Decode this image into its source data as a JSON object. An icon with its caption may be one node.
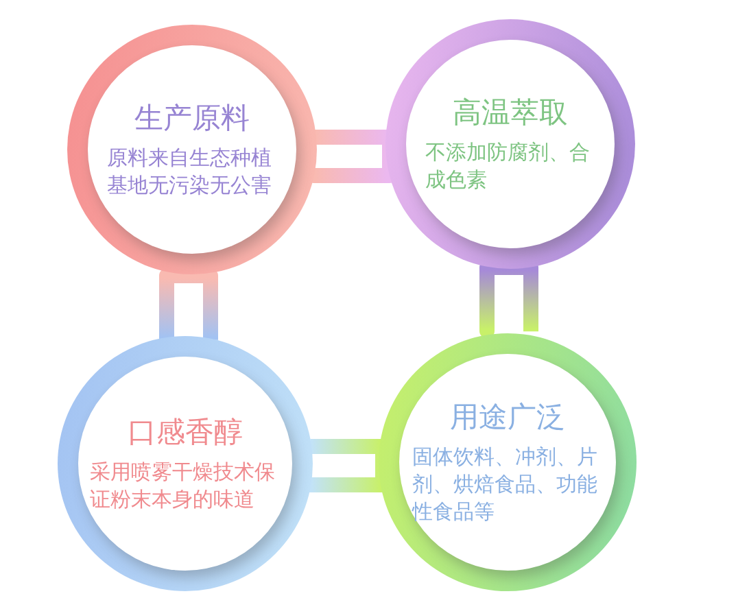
{
  "diagram": {
    "nodes": [
      {
        "text": [
          "生产原料",
          "原料来自生态种植基地无污染无公害"
        ]
      },
      {
        "text": [
          "高温萃取",
          "不添加防腐剂、合成色素"
        ]
      },
      {
        "text": [
          "口感香醇",
          "采用喷雾干燥技术保证粉末本身的味道"
        ]
      },
      {
        "text": [
          "用途广泛",
          "固体饮料、冲剂、片剂、烘焙食品、功能性食品等"
        ]
      }
    ],
    "edges": [
      {
        "from": 0,
        "to": 1,
        "arrow": "none"
      },
      {
        "from": 0,
        "to": 2,
        "arrow": "none"
      },
      {
        "from": 1,
        "to": 3,
        "arrow": "none"
      },
      {
        "from": 2,
        "to": 3,
        "arrow": "none"
      }
    ]
  }
}
